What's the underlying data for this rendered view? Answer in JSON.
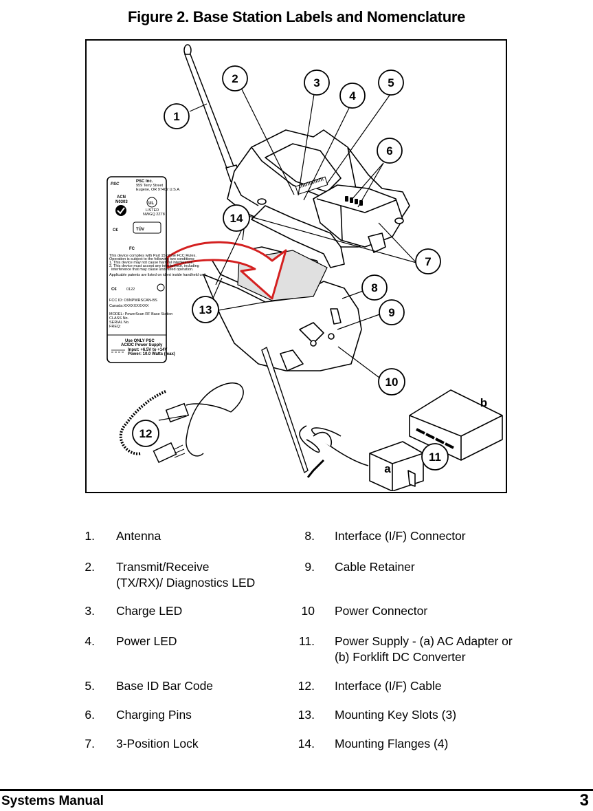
{
  "title": "Figure 2. Base Station Labels and Nomenclature",
  "figure": {
    "callouts": [
      "1",
      "2",
      "3",
      "4",
      "5",
      "6",
      "7",
      "8",
      "9",
      "10",
      "11",
      "12",
      "13",
      "14"
    ],
    "variant_labels": {
      "a": "a",
      "b": "b"
    },
    "label_plate": {
      "company": "PSC Inc.",
      "street": "959 Terry Street",
      "city": "Eugene, OR 97402 U.S.A.",
      "acn_id": "ACN",
      "acn_code": "N0303",
      "ul_listed": "LISTED",
      "ul_code": "NWGQ 2Z78",
      "fcc_rules": "This device complies with Part 15 of the FCC Rules.",
      "fcc_operation": "Operation is subject to the following two conditions:",
      "fcc_cond1": "1. This device may not cause harmful interference.",
      "fcc_cond2": "2. This device must accept any interference, including",
      "fcc_cond2b": "interference that may cause undesired operation.",
      "patents": "Applicable patents are listed on ident inside handheld unit.",
      "ce_number": "0122",
      "fcc_id": "FCC ID: O9NPWRSCAN-BS",
      "canada": "Canada:XXXXXXXXXX",
      "model": "MODEL: PowerScan RF Base Station",
      "class": "CLASS No.",
      "serial": "SERIAL No.",
      "freq": "FREQ:",
      "power_use": "Use ONLY PSC",
      "power_supply": "AC/DC Power Supply",
      "input": "Input:  +6.5V to +14V",
      "power": "Power:  10.0 Watts (max)"
    }
  },
  "legend": [
    {
      "num": "1.",
      "text": "Antenna"
    },
    {
      "num": "2.",
      "text": "Transmit/Receive\n(TX/RX)/ Diagnostics LED"
    },
    {
      "num": "3.",
      "text": "Charge LED"
    },
    {
      "num": "4.",
      "text": "Power LED"
    },
    {
      "num": "5.",
      "text": "Base ID Bar Code"
    },
    {
      "num": "6.",
      "text": "Charging Pins"
    },
    {
      "num": "7.",
      "text": "3-Position Lock"
    },
    {
      "num": "8.",
      "text": "Interface (I/F) Connector"
    },
    {
      "num": "9.",
      "text": "Cable Retainer"
    },
    {
      "num": "10",
      "text": "Power Connector"
    },
    {
      "num": "11.",
      "text": "Power Supply - (a) AC Adapter or\n(b) Forklift DC Converter"
    },
    {
      "num": "12.",
      "text": "Interface (I/F) Cable"
    },
    {
      "num": "13.",
      "text": "Mounting Key Slots (3)"
    },
    {
      "num": "14.",
      "text": "Mounting Flanges (4)"
    }
  ],
  "footer": {
    "left": "Systems Manual",
    "right": "3"
  }
}
